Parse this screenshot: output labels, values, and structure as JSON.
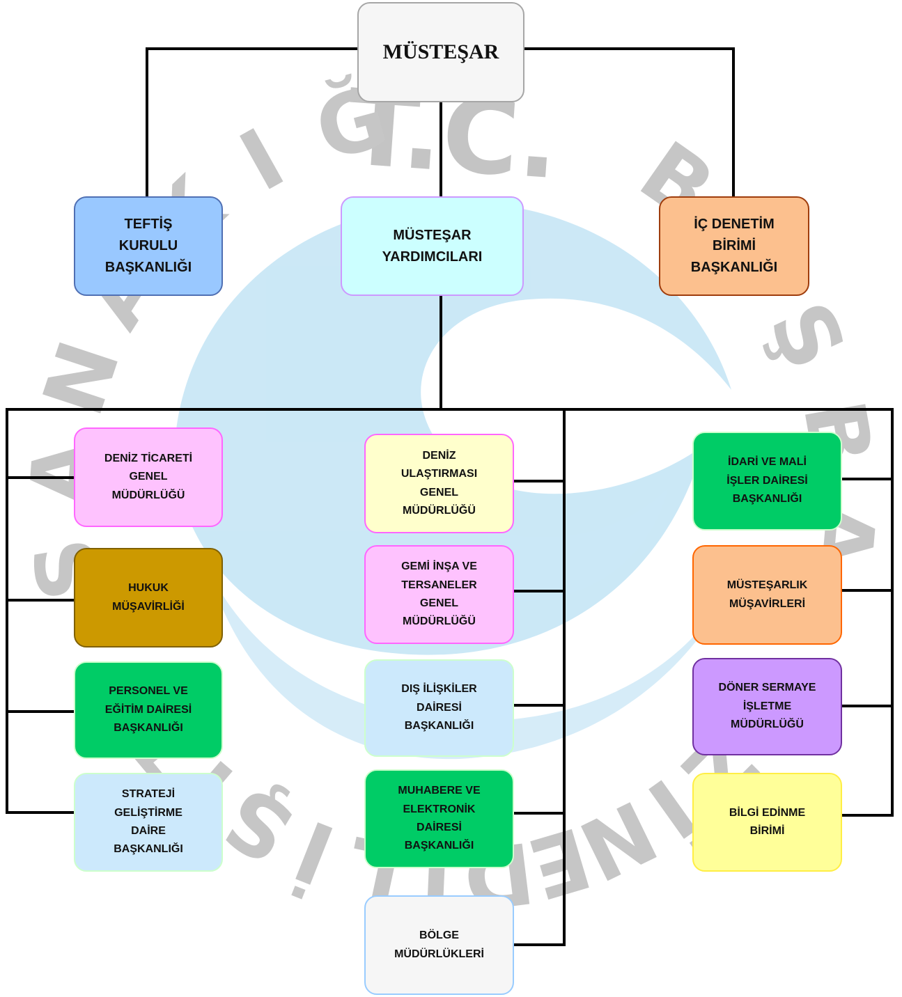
{
  "colors": {
    "line": "#000000",
    "watermark_text": "#bfbfbf",
    "watermark_swirl": "#bfe3f4"
  },
  "watermark": {
    "center_text": "T.C.",
    "ring_letters_left": [
      "Ğ",
      "I",
      "K",
      "A",
      "N",
      "A",
      "Ş"
    ],
    "ring_letters_right": [
      "B",
      "A",
      "Ş",
      "B",
      "A"
    ],
    "ring_letters_bottom": [
      "T",
      "İ",
      "Ş",
      "İ",
      "L",
      "İ",
      "D",
      "E",
      "N",
      "İ",
      "Z"
    ]
  },
  "nodes": {
    "mustesar": {
      "label": "MÜSTEŞAR",
      "fill": "#f6f6f6",
      "border": "#a6a6a6"
    },
    "teftis": {
      "label": "TEFTİŞ\nKURULU\nBAŞKANLIĞI",
      "fill": "#99c8ff",
      "border": "#4f6fb3"
    },
    "yardimcilar": {
      "label": "MÜSTEŞAR\nYARDIMCILARI",
      "fill": "#ccffff",
      "border": "#cc99ff"
    },
    "ic_denetim": {
      "label": "İÇ DENETİM\nBİRİMİ\nBAŞKANLIĞI",
      "fill": "#fcc08e",
      "border": "#9e3c0c"
    },
    "deniz_ticareti": {
      "label": "DENİZ TİCARETİ\nGENEL\nMÜDÜRLÜĞÜ",
      "fill": "#fec2fe",
      "border": "#ff66ff"
    },
    "hukuk": {
      "label": "HUKUK\nMÜŞAVİRLİĞİ",
      "fill": "#cc9900",
      "border": "#7f6000"
    },
    "personel": {
      "label": "PERSONEL VE\nEĞİTİM DAİRESİ\nBAŞKANLIĞI",
      "fill": "#00cc66",
      "border": "#ccffcc"
    },
    "strateji": {
      "label": "STRATEJİ\nGELİŞTİRME\nDAİRE\nBAŞKANLIĞI",
      "fill": "#cce9fc",
      "border": "#ccffcc"
    },
    "deniz_ulastirmasi": {
      "label": "DENİZ\nULAŞTIRMASI\nGENEL\nMÜDÜRLÜĞÜ",
      "fill": "#ffffcc",
      "border": "#ff66ff"
    },
    "gemi_insa": {
      "label": "GEMİ İNŞA VE\nTERSANELER\nGENEL\nMÜDÜRLÜĞÜ",
      "fill": "#fec2fe",
      "border": "#ff66ff"
    },
    "dis_iliskiler": {
      "label": "DIŞ İLİŞKİLER\nDAİRESİ\nBAŞKANLIĞI",
      "fill": "#cce9fc",
      "border": "#ccffcc"
    },
    "muhabere": {
      "label": "MUHABERE VE\nELEKTRONİK\nDAİRESİ\nBAŞKANLIĞI",
      "fill": "#00cc66",
      "border": "#ccffcc"
    },
    "bolge": {
      "label": "BÖLGE\nMÜDÜRLÜKLERİ",
      "fill": "#f6f6f6",
      "border": "#99ccff"
    },
    "idari_mali": {
      "label": "İDARİ VE MALİ\nİŞLER DAİRESİ\nBAŞKANLIĞI",
      "fill": "#00cc66",
      "border": "#ccffcc"
    },
    "musavirler": {
      "label": "MÜSTEŞARLIK\nMÜŞAVİRLERİ",
      "fill": "#fcc08e",
      "border": "#ff6600"
    },
    "doner_sermaye": {
      "label": "DÖNER SERMAYE\nİŞLETME\nMÜDÜRLÜĞÜ",
      "fill": "#cc99ff",
      "border": "#7030a0"
    },
    "bilgi_edinme": {
      "label": "BİLGİ EDİNME\nBİRİMİ",
      "fill": "#ffff99",
      "border": "#ffee44"
    }
  }
}
